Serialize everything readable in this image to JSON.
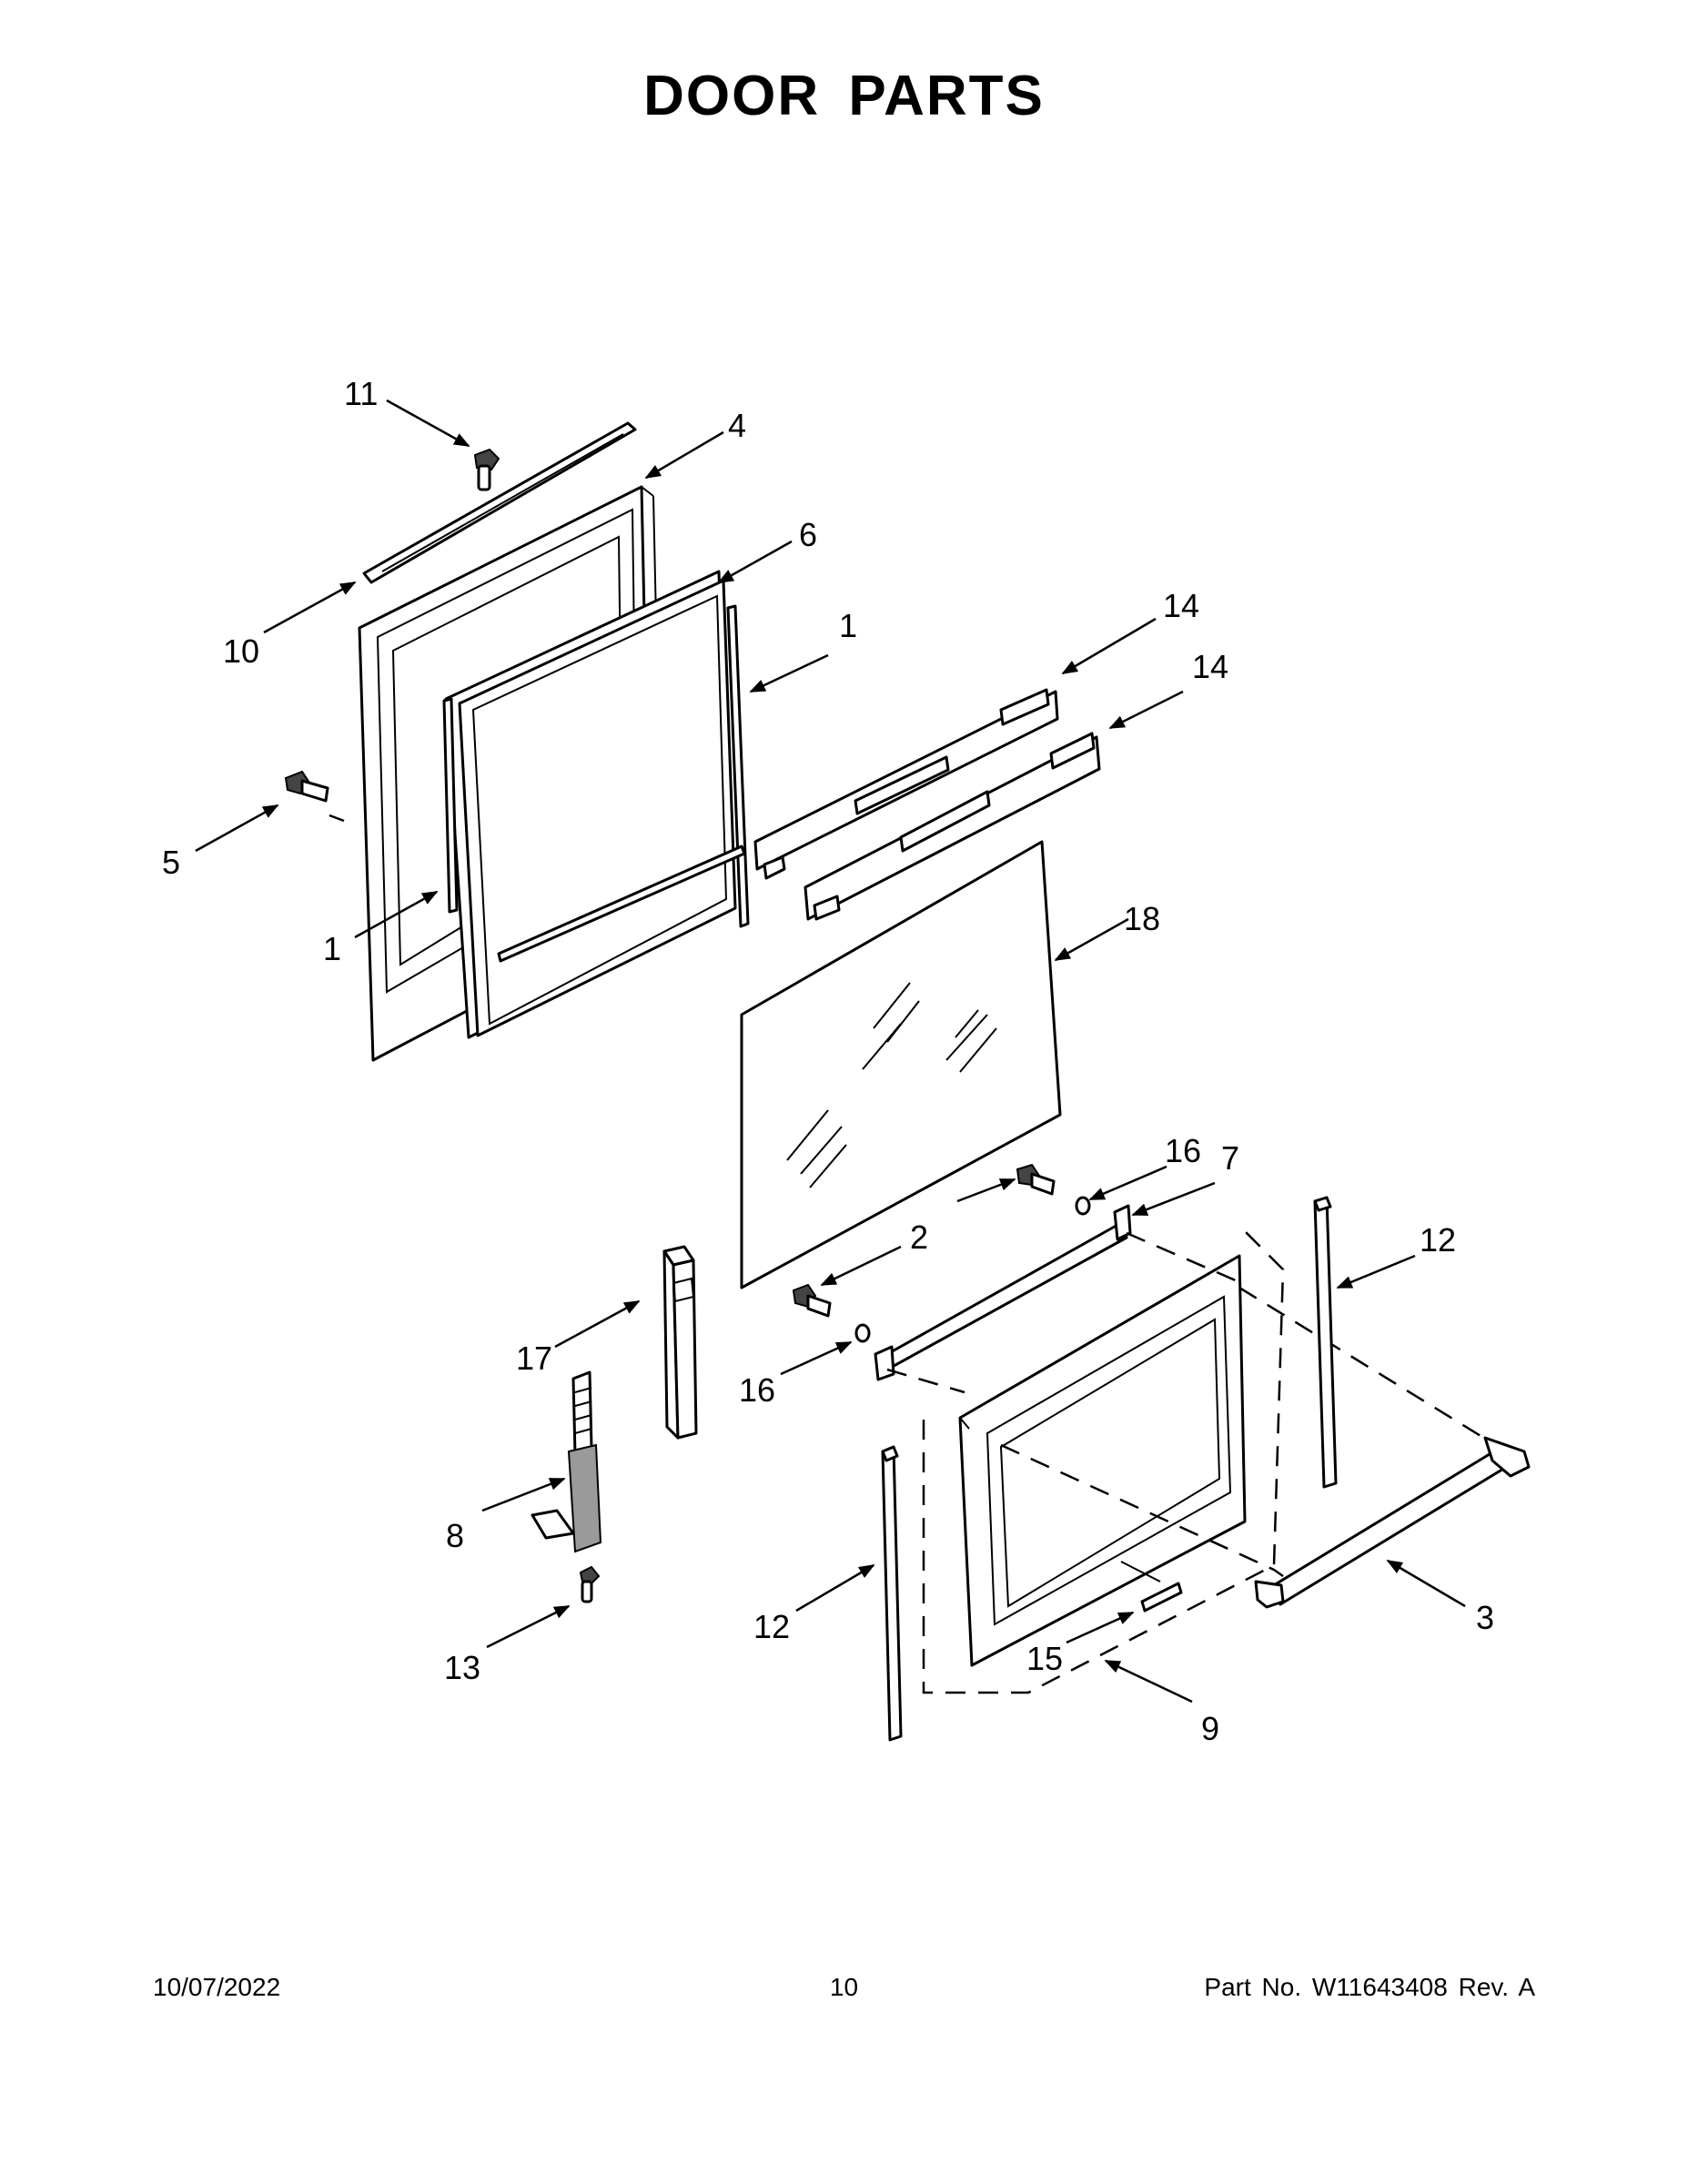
{
  "title": "DOOR PARTS",
  "callouts": [
    "1",
    "1",
    "2",
    "3",
    "4",
    "5",
    "6",
    "7",
    "8",
    "9",
    "10",
    "11",
    "12",
    "12",
    "13",
    "14",
    "14",
    "15",
    "16",
    "16",
    "17",
    "18"
  ],
  "footer": {
    "date": "10/07/2022",
    "page": "10",
    "part": "Part No.  W11643408  Rev.  A"
  }
}
